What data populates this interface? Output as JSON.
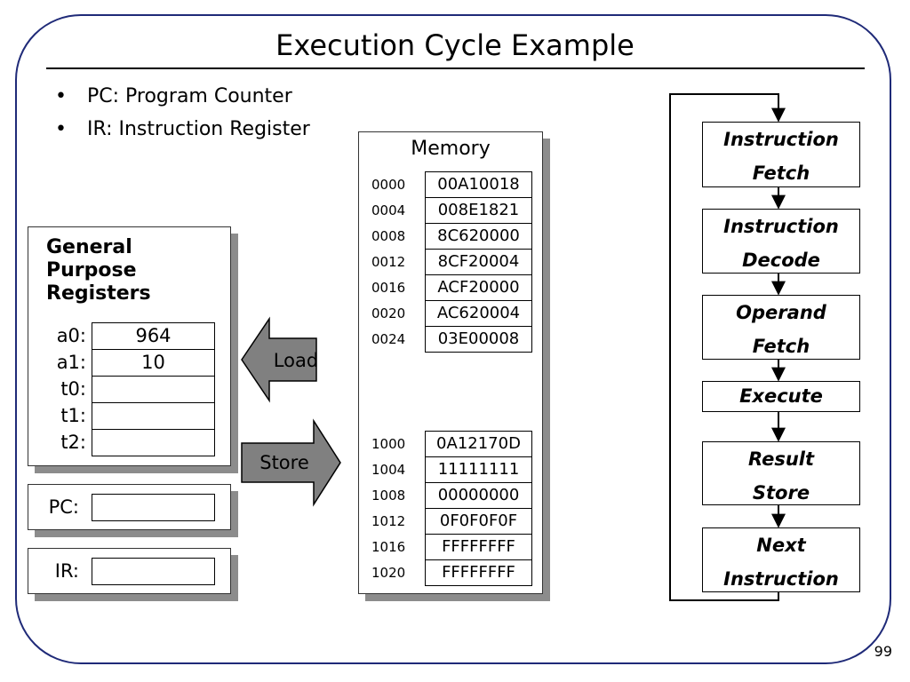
{
  "title": "Execution Cycle Example",
  "bullets": [
    "PC: Program Counter",
    "IR: Instruction Register"
  ],
  "registers": {
    "title": "General\nPurpose\nRegisters",
    "rows": [
      {
        "label": "a0:",
        "value": "964"
      },
      {
        "label": "a1:",
        "value": "10"
      },
      {
        "label": "t0:",
        "value": ""
      },
      {
        "label": "t1:",
        "value": ""
      },
      {
        "label": "t2:",
        "value": ""
      }
    ]
  },
  "pc": {
    "label": "PC:",
    "value": ""
  },
  "ir": {
    "label": "IR:",
    "value": ""
  },
  "arrows": {
    "load": "Load",
    "store": "Store"
  },
  "memory": {
    "title": "Memory",
    "block1": [
      {
        "addr": "0000",
        "value": "00A10018"
      },
      {
        "addr": "0004",
        "value": "008E1821"
      },
      {
        "addr": "0008",
        "value": "8C620000"
      },
      {
        "addr": "0012",
        "value": "8CF20004"
      },
      {
        "addr": "0016",
        "value": "ACF20000"
      },
      {
        "addr": "0020",
        "value": "AC620004"
      },
      {
        "addr": "0024",
        "value": "03E00008"
      }
    ],
    "block2": [
      {
        "addr": "1000",
        "value": "0A12170D"
      },
      {
        "addr": "1004",
        "value": "11111111"
      },
      {
        "addr": "1008",
        "value": "00000000"
      },
      {
        "addr": "1012",
        "value": "0F0F0F0F"
      },
      {
        "addr": "1016",
        "value": "FFFFFFFF"
      },
      {
        "addr": "1020",
        "value": "FFFFFFFF"
      }
    ]
  },
  "cycle": [
    "Instruction\nFetch",
    "Instruction\nDecode",
    "Operand\nFetch",
    "Execute",
    "Result\nStore",
    "Next\nInstruction"
  ],
  "slide_number": "99"
}
